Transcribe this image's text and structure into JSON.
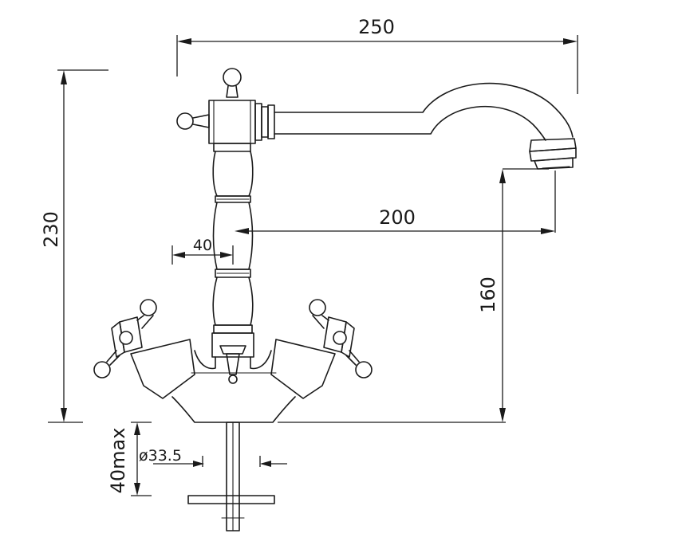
{
  "dimensions": {
    "overall_width": "250",
    "overall_height": "230",
    "spout_reach": "200",
    "spout_height": "160",
    "body_width": "40",
    "mounting_depth": "40max",
    "hole_diameter": "ø33.5"
  },
  "colors": {
    "line": "#1a1a1a",
    "background": "#ffffff"
  }
}
